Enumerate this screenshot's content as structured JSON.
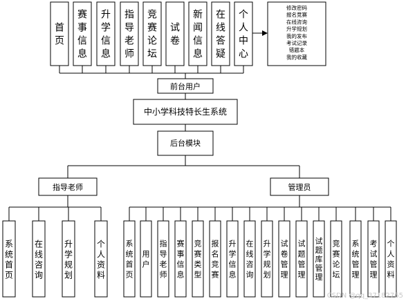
{
  "front_modules": [
    "首页",
    "赛事信息",
    "升学信息",
    "指导老师",
    "竞赛论坛",
    "试卷",
    "新闻信息",
    "在线答疑",
    "个人中心"
  ],
  "personal_center_items": [
    "修改密码",
    "报名竞赛",
    "在线咨询",
    "升学规划",
    "我的发布",
    "考试记录",
    "错题本",
    "我的收藏"
  ],
  "front_user_label": "前台用户",
  "system_title": "中小学科技特长生系统",
  "backend_label": "后台模块",
  "teacher_label": "指导老师",
  "admin_label": "管理员",
  "teacher_modules": [
    "系统首页",
    "在线咨询",
    "升学规划",
    "个人资料"
  ],
  "admin_modules": [
    "系统首页",
    "用户",
    "指导老师",
    "赛事信息",
    "竞赛类型",
    "报名竞赛",
    "升学信息",
    "在线咨询",
    "升学规划",
    "试卷管理",
    "试题管理",
    "试题库管理",
    "竞赛论坛",
    "系统管理",
    "考试管理",
    "个人资料"
  ],
  "watermark": "CSDN @qq_37182765"
}
